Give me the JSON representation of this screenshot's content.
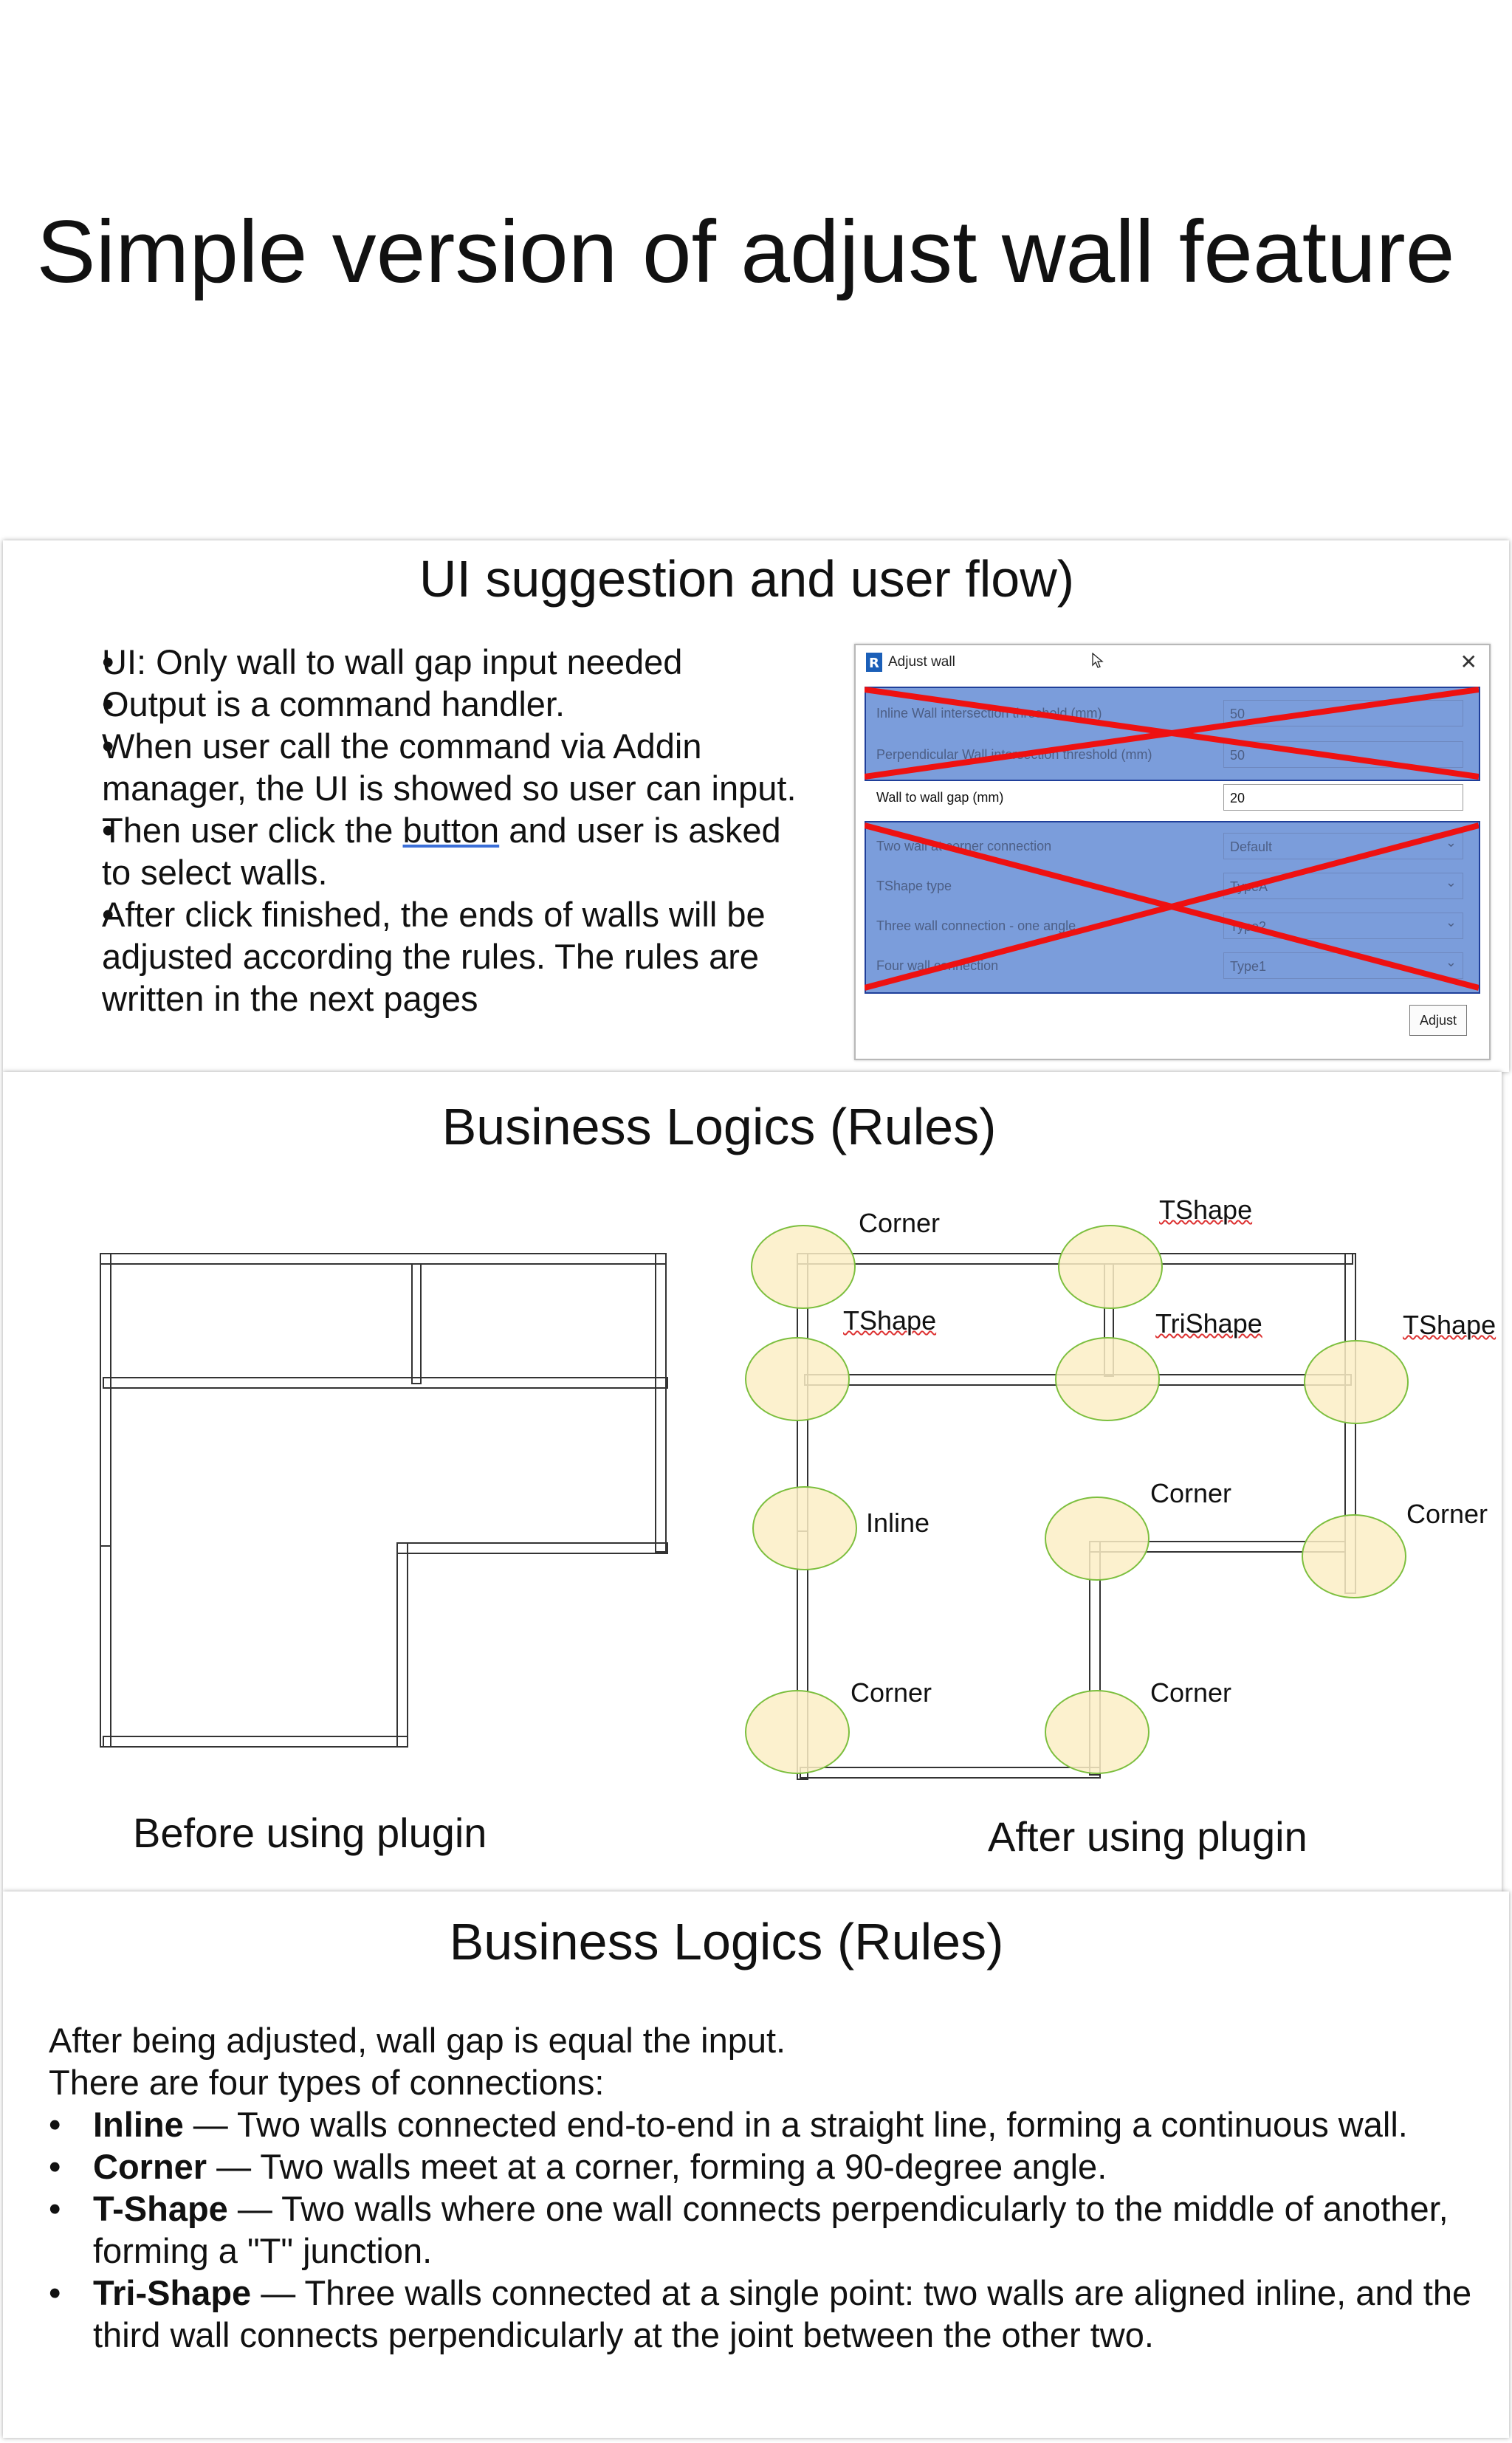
{
  "page_title": "Simple version of adjust wall feature",
  "slide1": {
    "title": "UI suggestion and user flow)",
    "bullets": [
      {
        "text": "UI: Only wall to wall gap input needed"
      },
      {
        "text": "Output is a command handler."
      },
      {
        "text": "When user call the command via Addin manager, the UI is showed so user can input."
      },
      {
        "pre": "Then user click the ",
        "link": "button",
        "post": " and user is asked to select walls."
      },
      {
        "text": "After click finished, the ends of walls will be adjusted according the rules. The rules are written in the next pages"
      }
    ],
    "dialog": {
      "title": "Adjust wall",
      "close": "✕",
      "rows": [
        {
          "label": "Inline Wall intersection threshold (mm)",
          "value": "50"
        },
        {
          "label": "Perpendicular Wall intersection threshold (mm)",
          "value": "50"
        },
        {
          "label": "Wall to wall gap (mm)",
          "value": "20"
        },
        {
          "label": "Two wall at corner connection",
          "value": "Default"
        },
        {
          "label": "TShape type",
          "value": "TypeA"
        },
        {
          "label": "Three wall connection - one angle",
          "value": "Type2"
        },
        {
          "label": "Four wall connection",
          "value": "Type1"
        }
      ],
      "adjust_button": "Adjust",
      "overlay_color": "#7b9ddb",
      "cross_color": "#ee1111"
    }
  },
  "slide2": {
    "title": "Business Logics (Rules)",
    "caption_before": "Before using plugin",
    "caption_after": "After using plugin",
    "labels": {
      "corner_tl": "Corner",
      "tshape_top": "TShape",
      "tshape_left": "TShape",
      "trishape": "TriShape",
      "tshape_right": "TShape",
      "inline": "Inline",
      "corner_mid": "Corner",
      "corner_right": "Corner",
      "corner_bl": "Corner",
      "corner_bm": "Corner"
    },
    "marker_color": "#fbefc6"
  },
  "slide3": {
    "title": "Business Logics (Rules)",
    "intro": [
      "After being adjusted, wall gap is equal the input.",
      "There are four types of connections:"
    ],
    "rules": [
      {
        "term": "Inline",
        "desc": " — Two walls connected end-to-end in a straight line, forming a continuous wall."
      },
      {
        "term": "Corner",
        "desc": " — Two walls meet at a corner, forming a 90-degree angle."
      },
      {
        "term": "T-Shape",
        "desc": " — Two walls where one wall connects perpendicularly to the middle of another, forming a \"T\" junction."
      },
      {
        "term": "Tri-Shape",
        "desc": " — Three walls connected at a single point: two walls are aligned inline, and the third wall connects perpendicularly at the joint between the other two."
      }
    ]
  }
}
